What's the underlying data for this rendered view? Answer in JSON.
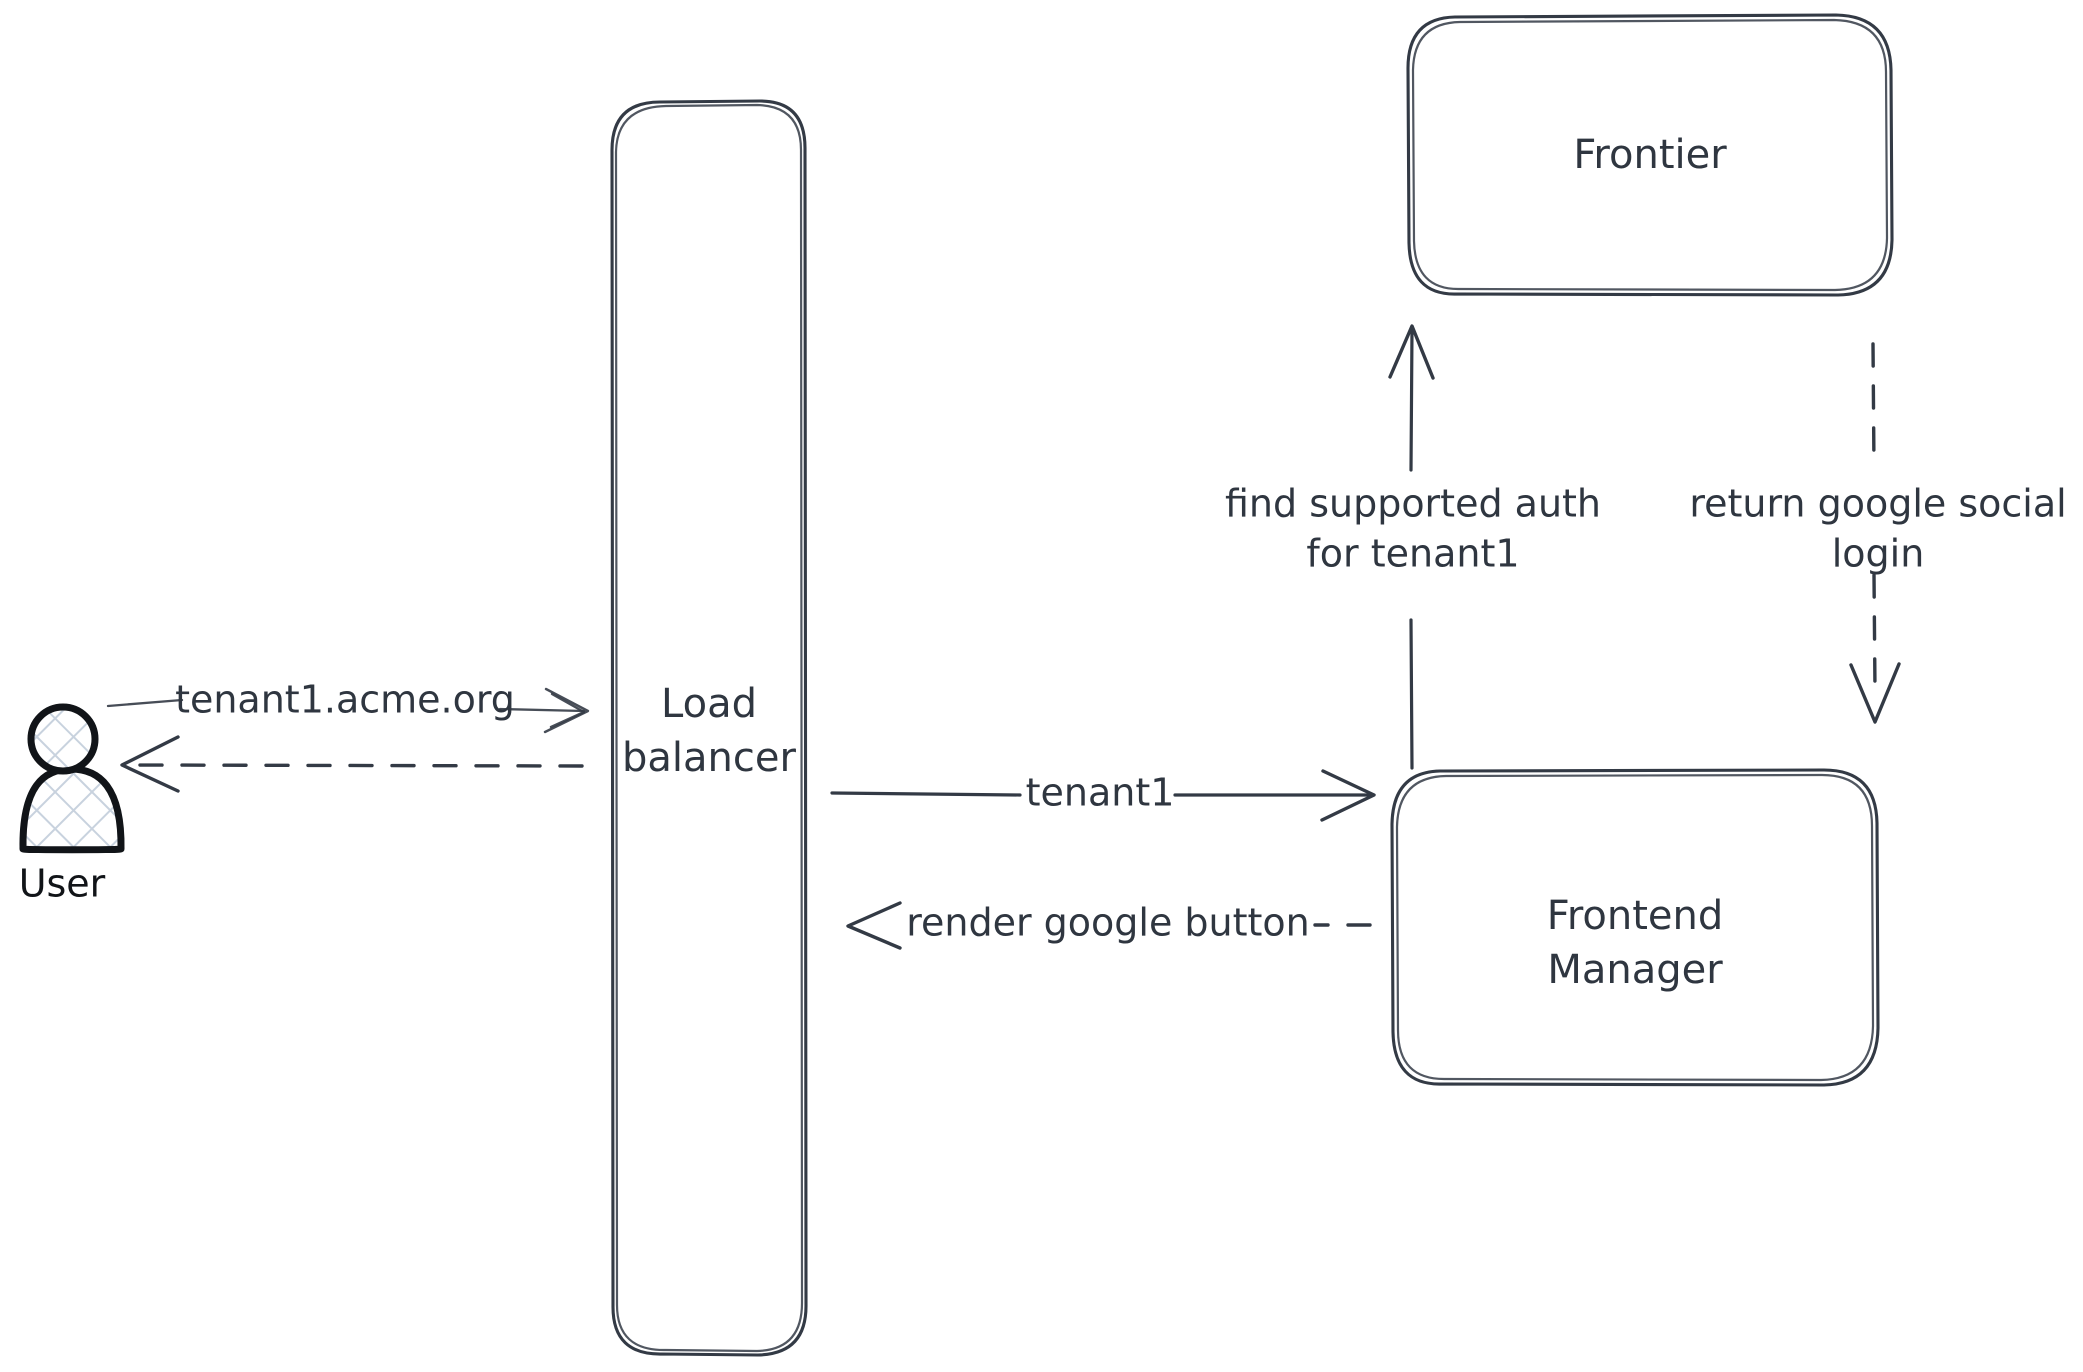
{
  "diagram": {
    "type": "flow-sequence",
    "background": "#ffffff",
    "stroke_color": "#333a45",
    "text_color": "#2f3640",
    "actor_hatch_color": "#c8d2de",
    "nodes": [
      {
        "id": "user",
        "kind": "actor",
        "label": "User"
      },
      {
        "id": "load_balancer",
        "kind": "rounded-rect",
        "label_line1": "Load",
        "label_line2": "balancer"
      },
      {
        "id": "frontier",
        "kind": "rounded-rect",
        "label_line1": "Frontier",
        "label_line2": ""
      },
      {
        "id": "frontend_manager",
        "kind": "rounded-rect",
        "label_line1": "Frontend",
        "label_line2": "Manager"
      }
    ],
    "edges": [
      {
        "id": "user-to-lb",
        "from": "user",
        "to": "load_balancer",
        "style": "solid",
        "direction": "right",
        "label_line1": "tenant1.acme.org",
        "label_line2": ""
      },
      {
        "id": "lb-to-user",
        "from": "load_balancer",
        "to": "user",
        "style": "dashed",
        "direction": "left",
        "label_line1": "",
        "label_line2": ""
      },
      {
        "id": "lb-to-fm",
        "from": "load_balancer",
        "to": "frontend_manager",
        "style": "solid",
        "direction": "right",
        "label_line1": "tenant1",
        "label_line2": ""
      },
      {
        "id": "fm-to-lb",
        "from": "frontend_manager",
        "to": "load_balancer",
        "style": "dashed",
        "direction": "left",
        "label_line1": "render google button",
        "label_line2": ""
      },
      {
        "id": "fm-to-frontier",
        "from": "frontend_manager",
        "to": "frontier",
        "style": "solid",
        "direction": "up",
        "label_line1": "find supported auth",
        "label_line2": "for tenant1"
      },
      {
        "id": "frontier-to-fm",
        "from": "frontier",
        "to": "frontend_manager",
        "style": "dashed",
        "direction": "down",
        "label_line1": "return google social",
        "label_line2": "login"
      }
    ]
  }
}
